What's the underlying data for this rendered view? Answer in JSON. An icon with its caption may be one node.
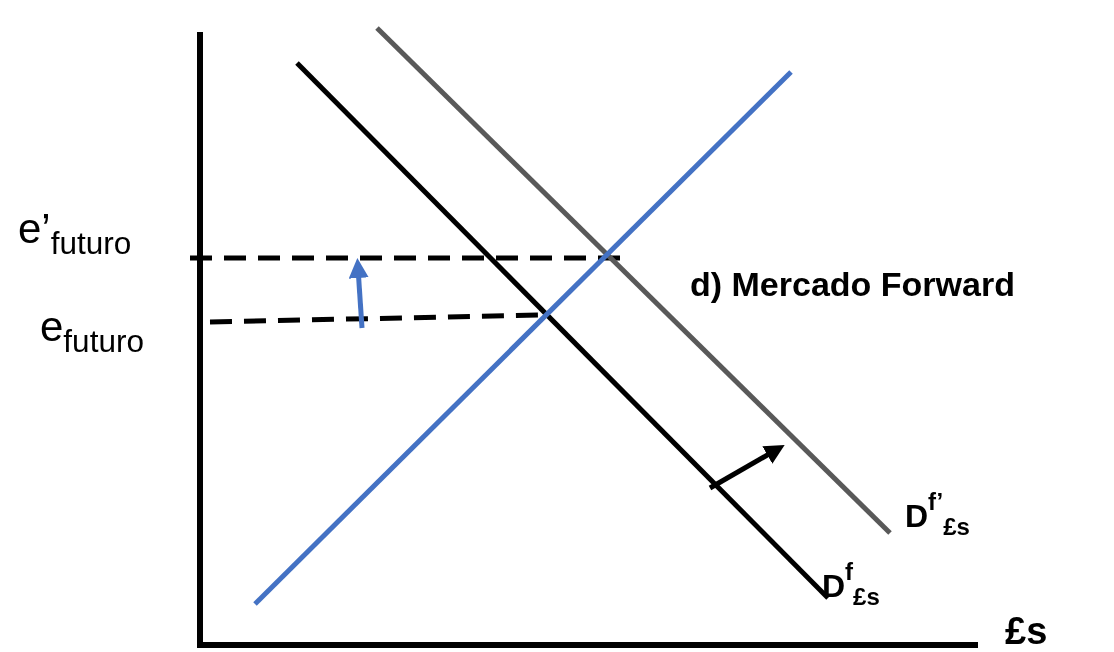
{
  "diagram": {
    "labels": [
      "e’$_{futuro}$",
      "e$_{futuro}$",
      "d) Mercado Forward",
      "D$^{f’}$$_{£s}$",
      "D$^{f}$$_{£s}$",
      "£s"
    ]
  }
}
